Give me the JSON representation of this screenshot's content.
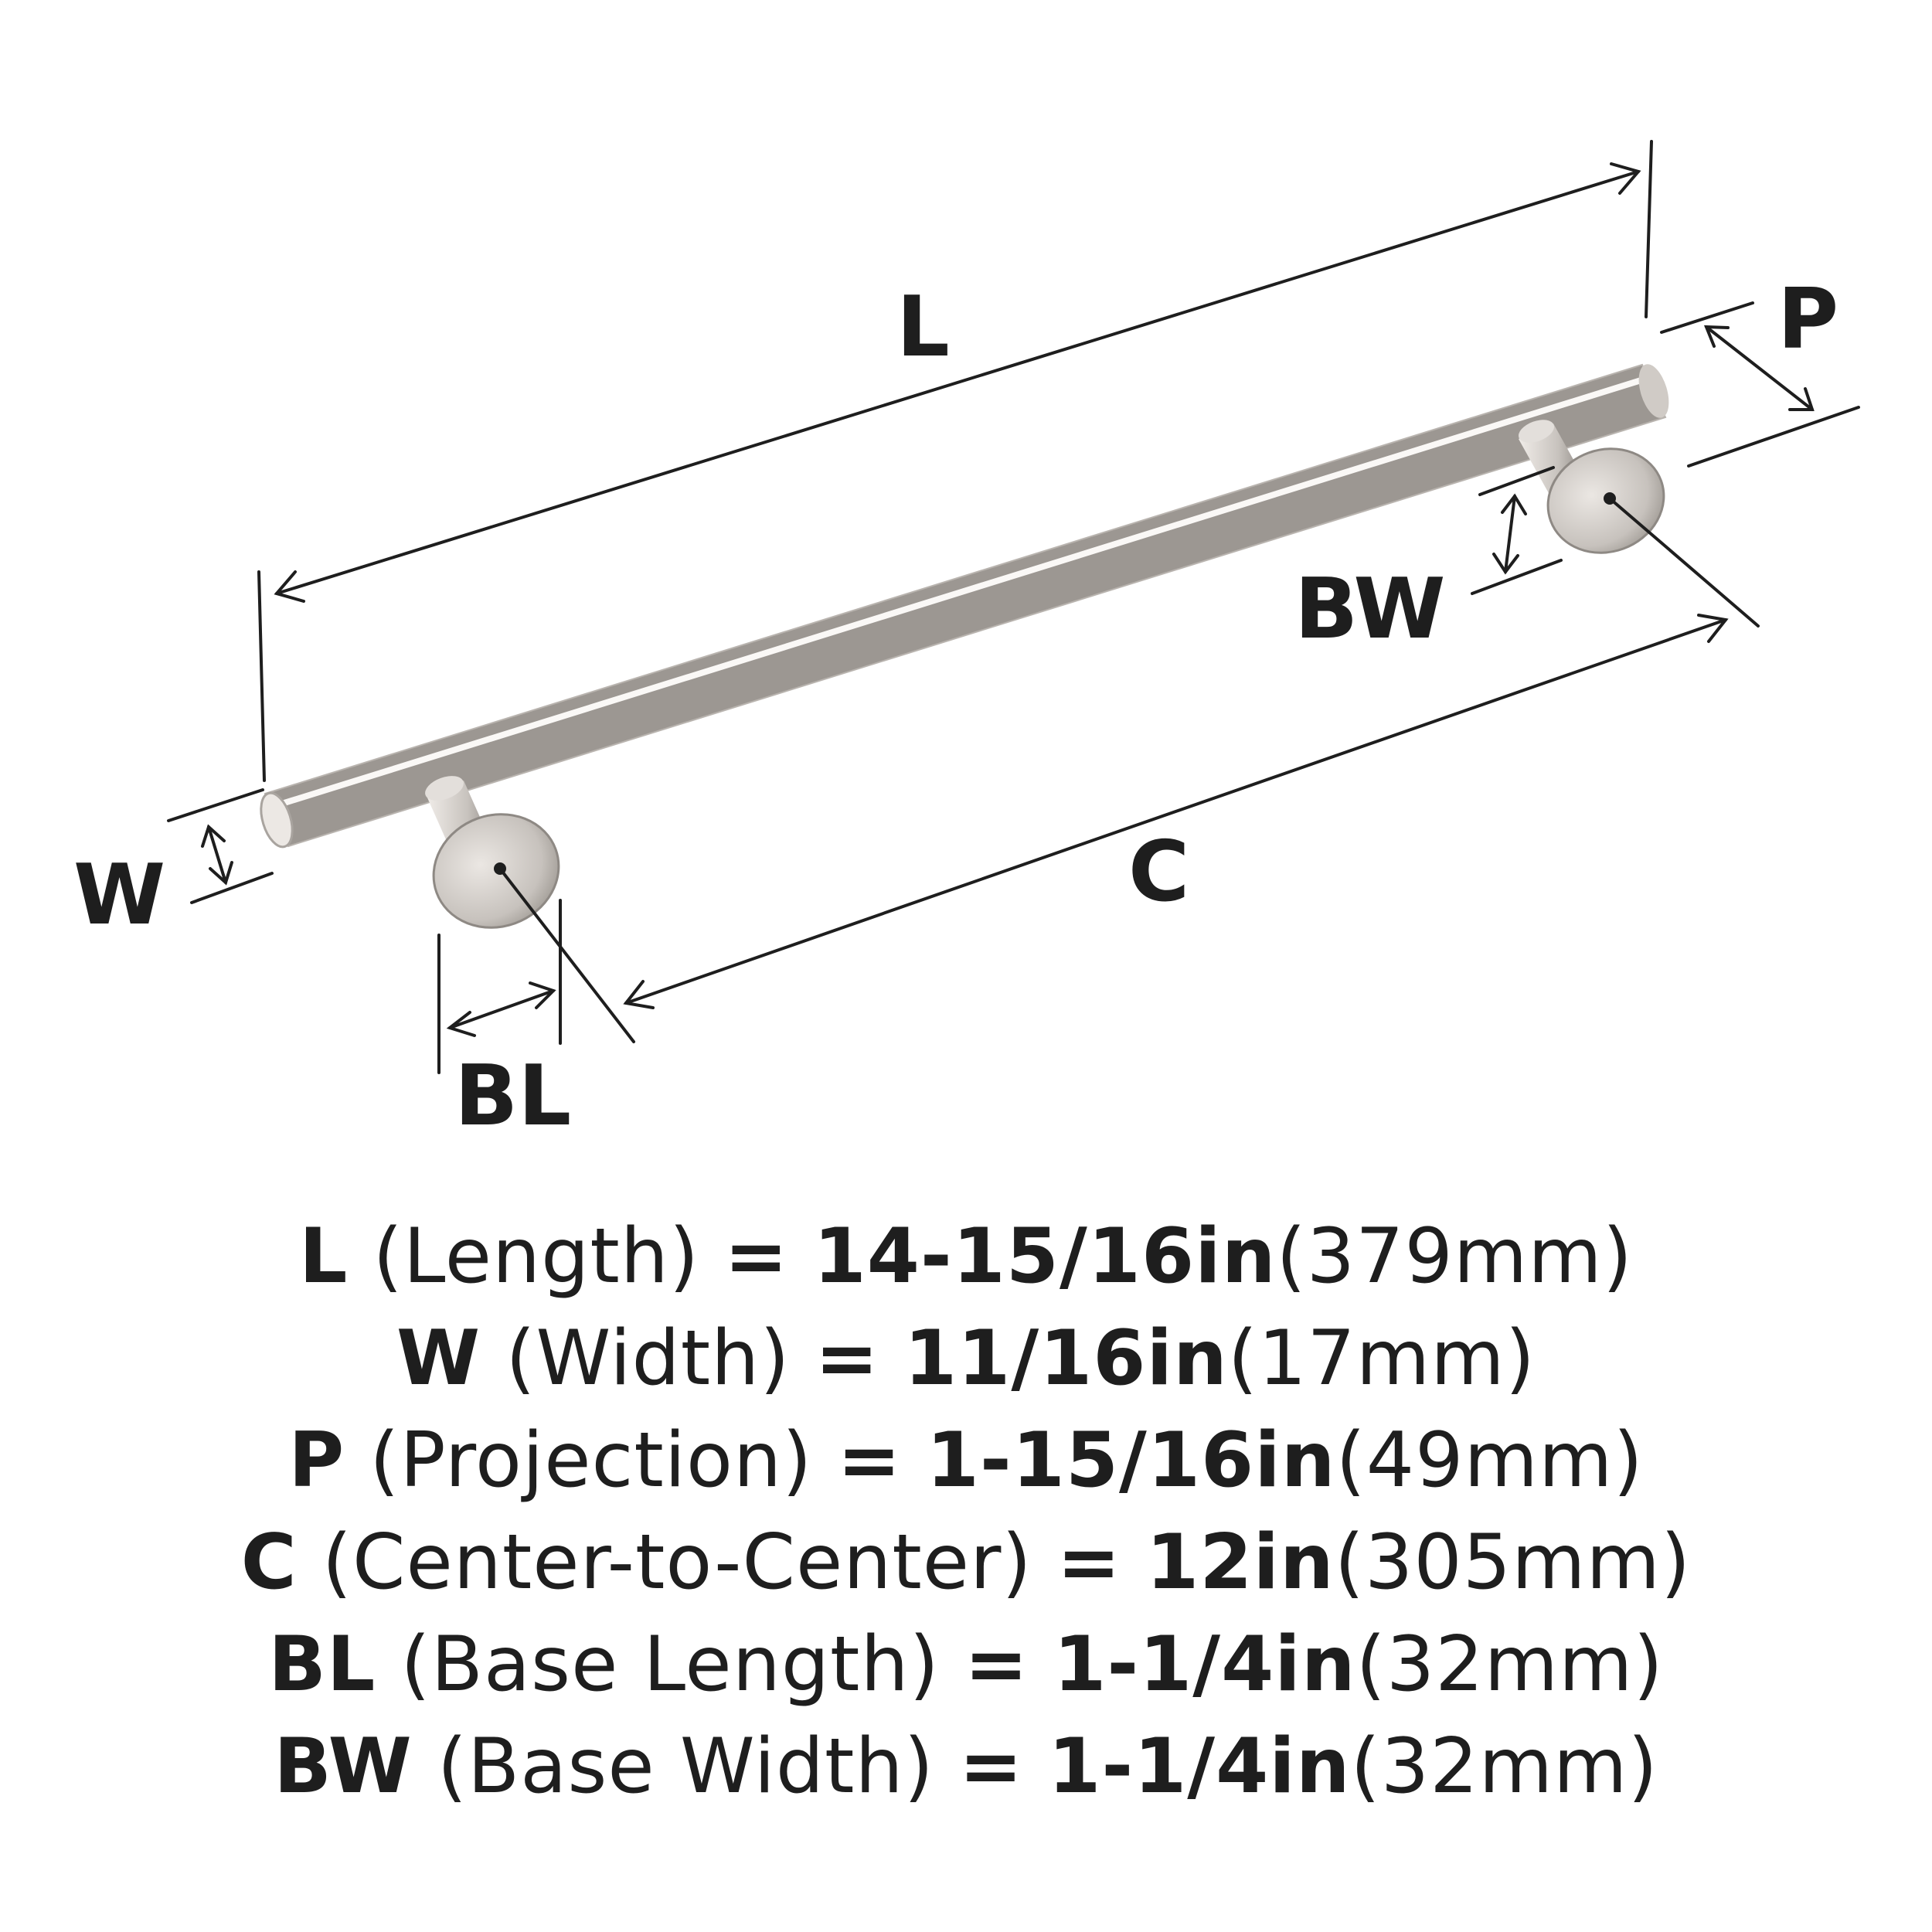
{
  "diagram": {
    "labels": {
      "L": "L",
      "P": "P",
      "BW": "BW",
      "W": "W",
      "C": "C",
      "BL": "BL"
    }
  },
  "specs": [
    {
      "code": "L",
      "name": "(Length)",
      "eq": "=",
      "imperial": "14-15/16in",
      "metric": "(379mm)"
    },
    {
      "code": "W",
      "name": "(Width)",
      "eq": "=",
      "imperial": "11/16in",
      "metric": "(17mm)"
    },
    {
      "code": "P",
      "name": "(Projection)",
      "eq": "=",
      "imperial": "1-15/16in",
      "metric": "(49mm)"
    },
    {
      "code": "C",
      "name": "(Center-to-Center)",
      "eq": "=",
      "imperial": "12in",
      "metric": "(305mm)"
    },
    {
      "code": "BL",
      "name": "(Base Length)",
      "eq": "=",
      "imperial": "1-1/4in",
      "metric": "(32mm)"
    },
    {
      "code": "BW",
      "name": "(Base Width)",
      "eq": "=",
      "imperial": "1-1/4in",
      "metric": "(32mm)"
    }
  ],
  "colors": {
    "ink": "#1e1e1e",
    "metal_light": "#e6e2de",
    "metal_mid": "#c9c4bf",
    "metal_dark": "#8f8a85"
  }
}
